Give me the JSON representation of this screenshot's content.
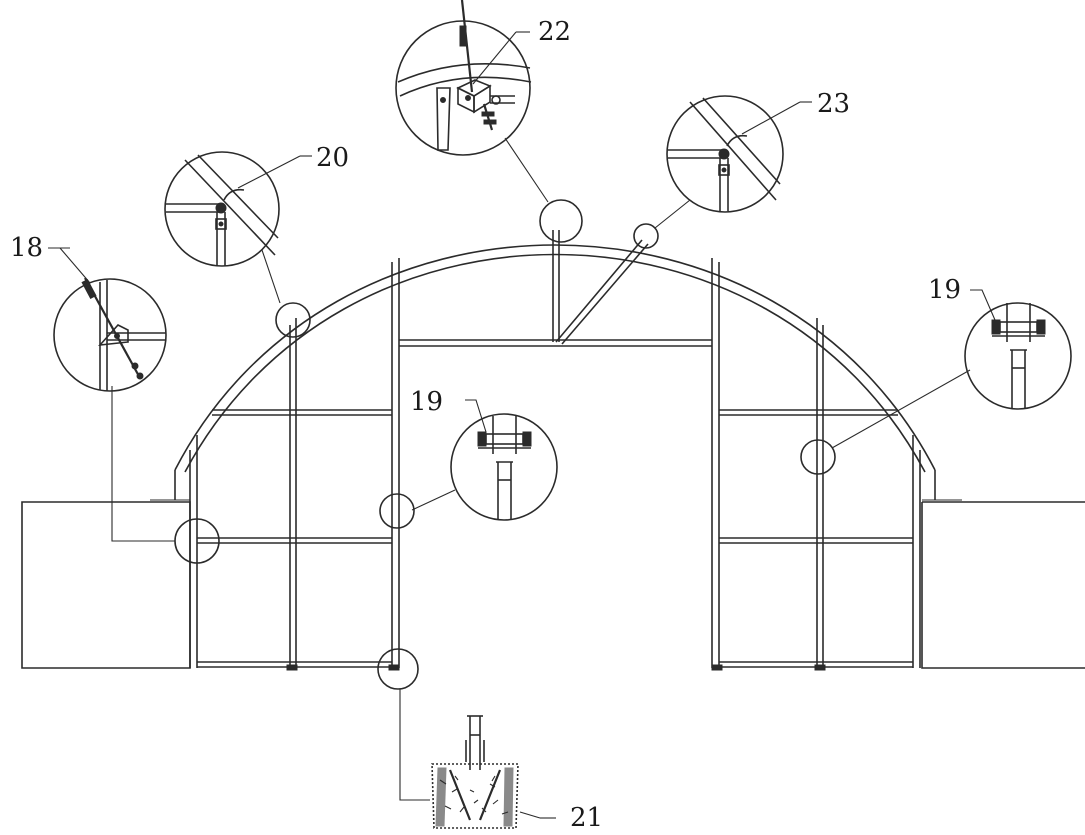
{
  "callouts": {
    "c18": "18",
    "c19_left": "19",
    "c19_right": "19",
    "c20": "20",
    "c21": "21",
    "c22": "22",
    "c23": "23"
  }
}
